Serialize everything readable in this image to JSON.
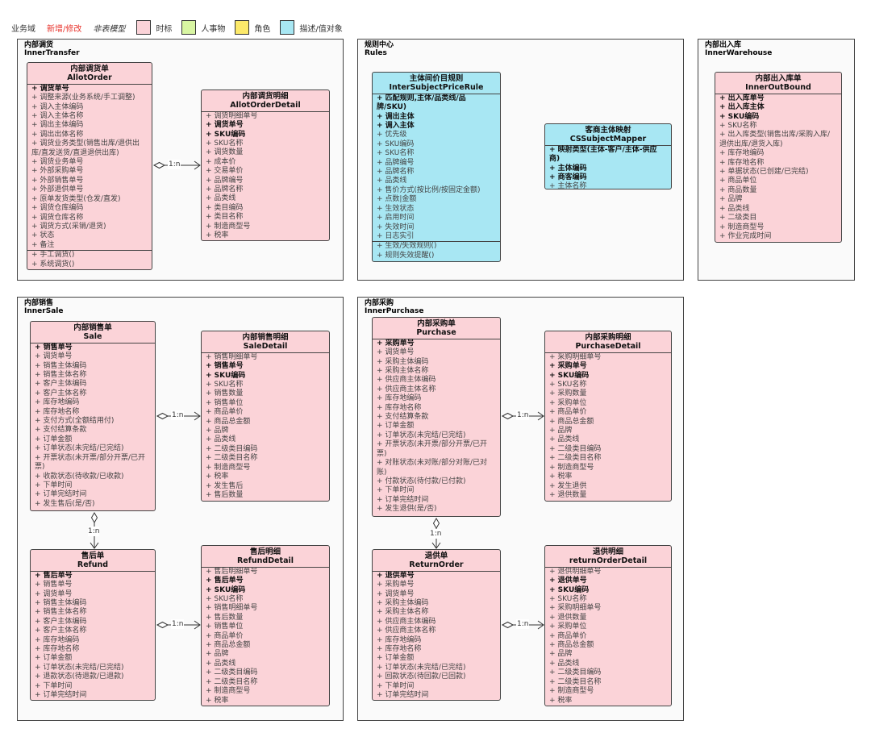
{
  "legend": {
    "items": [
      "业务域",
      "新增/修改",
      "非表模型"
    ],
    "swatches": [
      {
        "label": "时标",
        "color": "#fbd3d8"
      },
      {
        "label": "人事物",
        "color": "#d8f5a2"
      },
      {
        "label": "角色",
        "color": "#fce96a"
      },
      {
        "label": "描述/值对象",
        "color": "#a8e7f3"
      }
    ]
  },
  "packages": {
    "inner_transfer": {
      "cn": "内部调货",
      "en": "InnerTransfer"
    },
    "rules": {
      "cn": "规则中心",
      "en": "Rules"
    },
    "inner_warehouse": {
      "cn": "内部出入库",
      "en": "InnerWarehouse"
    },
    "inner_sale": {
      "cn": "内部销售",
      "en": "InnerSale"
    },
    "inner_purchase": {
      "cn": "内部采购",
      "en": "InnerPurchase"
    }
  },
  "classes": {
    "allot_order": {
      "cn": "内部调货单",
      "en": "AllotOrder",
      "attrs": [
        {
          "t": "+ 调货单号",
          "b": true
        },
        {
          "t": "+ 调整来源(业务系统/手工调整)"
        },
        {
          "t": "+ 调入主体编码"
        },
        {
          "t": "+ 调入主体名称"
        },
        {
          "t": "+ 调出主体编码"
        },
        {
          "t": "+ 调出出体名称"
        },
        {
          "t": "+ 调货业务类型(销售出库/退供出"
        },
        {
          "t": "库/直发送货/直退退供出库)"
        },
        {
          "t": "+ 调货业务单号"
        },
        {
          "t": "+ 外部采购单号"
        },
        {
          "t": "+ 外部销售单号"
        },
        {
          "t": "+ 外部退供单号"
        },
        {
          "t": "+ 原单发货类型(仓发/直发)"
        },
        {
          "t": "+ 调货仓库编码"
        },
        {
          "t": "+ 调货仓库名称"
        },
        {
          "t": "+ 调货方式(采销/退货)"
        },
        {
          "t": "+ 状态"
        },
        {
          "t": "+ 备注"
        }
      ],
      "ops": [
        "+ 手工调货()",
        "+ 系统调货()"
      ]
    },
    "allot_order_detail": {
      "cn": "内部调货明细",
      "en": "AllotOrderDetail",
      "attrs": [
        {
          "t": "+ 调货明细单号"
        },
        {
          "t": "+ 调货单号",
          "b": true
        },
        {
          "t": "+ SKU编码",
          "b": true
        },
        {
          "t": "+ SKU名称"
        },
        {
          "t": "+ 调货数量"
        },
        {
          "t": "+ 成本价"
        },
        {
          "t": "+ 交易单价"
        },
        {
          "t": "+ 品牌编号"
        },
        {
          "t": "+ 品牌名称"
        },
        {
          "t": "+ 品类线"
        },
        {
          "t": "+ 类目编码"
        },
        {
          "t": "+ 类目名称"
        },
        {
          "t": "+ 制造商型号"
        },
        {
          "t": "+ 税率"
        }
      ]
    },
    "price_rule": {
      "cn": "主体间价目规则",
      "en": "InterSubjectPriceRule",
      "attrs": [
        {
          "t": "+ 匹配规则,主体/品类线/品",
          "b": true
        },
        {
          "t": "牌/SKU)",
          "b": true
        },
        {
          "t": "+ 调出主体",
          "b": true
        },
        {
          "t": "+ 调入主体",
          "b": true
        },
        {
          "t": "+ 优先级"
        },
        {
          "t": "+ SKU编码"
        },
        {
          "t": "+ SKU名称"
        },
        {
          "t": "+ 品牌编号"
        },
        {
          "t": "+ 品牌名称"
        },
        {
          "t": "+ 品类线"
        },
        {
          "t": "+ 售价方式(按比例/按固定金额)"
        },
        {
          "t": "+ 点数|金额"
        },
        {
          "t": "+ 生效状态"
        },
        {
          "t": "+ 启用时间"
        },
        {
          "t": "+ 失效时间"
        },
        {
          "t": "+ 日志实引"
        }
      ],
      "ops": [
        "+ 生效/失效规则()",
        "+ 规则失效提醒()"
      ]
    },
    "cs_mapper": {
      "cn": "客商主体映射",
      "en": "CSSubjectMapper",
      "attrs": [
        {
          "t": "+ 映射类型(主体-客户/主体-供应",
          "b": true
        },
        {
          "t": "商)",
          "b": true
        },
        {
          "t": "+ 主体编码",
          "b": true
        },
        {
          "t": "+ 商客编码",
          "b": true
        },
        {
          "t": "+ 主体名称"
        }
      ]
    },
    "inner_out_bound": {
      "cn": "内部出入库单",
      "en": "InnerOutBound",
      "attrs": [
        {
          "t": "+ 出入库单号",
          "b": true
        },
        {
          "t": "+ 出入库主体",
          "b": true
        },
        {
          "t": "+ SKU编码",
          "b": true
        },
        {
          "t": "+ SKU名称"
        },
        {
          "t": "+ 出入库类型(销售出库/采购入库/"
        },
        {
          "t": "退供出库/退货入库)"
        },
        {
          "t": "+ 库存地编码"
        },
        {
          "t": "+ 库存地名称"
        },
        {
          "t": "+ 单据状态(已创建/已完结)"
        },
        {
          "t": "+ 商品单位"
        },
        {
          "t": "+ 商品数量"
        },
        {
          "t": "+ 品牌"
        },
        {
          "t": "+ 品类线"
        },
        {
          "t": "+ 二级类目"
        },
        {
          "t": "+ 制造商型号"
        },
        {
          "t": "+ 作业完成时间"
        }
      ]
    },
    "sale": {
      "cn": "内部销售单",
      "en": "Sale",
      "attrs": [
        {
          "t": "+ 销售单号",
          "b": true
        },
        {
          "t": "+ 调货单号"
        },
        {
          "t": "+ 销售主体编码"
        },
        {
          "t": "+ 销售主体名称"
        },
        {
          "t": "+ 客户主体编码"
        },
        {
          "t": "+ 客户主体名称"
        },
        {
          "t": "+ 库存地编码"
        },
        {
          "t": "+ 库存地名称"
        },
        {
          "t": "+ 支付方式(全额结用付)"
        },
        {
          "t": "+ 支付结算条款"
        },
        {
          "t": "+ 订单金额"
        },
        {
          "t": "+ 订单状态(未完结/已完结)"
        },
        {
          "t": "+ 开票状态(未开票/部分开票/已开"
        },
        {
          "t": "票)"
        },
        {
          "t": "+ 收款状态(待收款/已收款)"
        },
        {
          "t": "+ 下单时间"
        },
        {
          "t": "+ 订单完结时间"
        },
        {
          "t": "+ 发生售后(是/否)"
        }
      ]
    },
    "sale_detail": {
      "cn": "内部销售明细",
      "en": "SaleDetail",
      "attrs": [
        {
          "t": "+ 销售明细单号"
        },
        {
          "t": "+ 销售单号",
          "b": true
        },
        {
          "t": "+ SKU编码",
          "b": true
        },
        {
          "t": "+ SKU名称"
        },
        {
          "t": "+ 销售数量"
        },
        {
          "t": "+ 销售单位"
        },
        {
          "t": "+ 商品单价"
        },
        {
          "t": "+ 商品总金额"
        },
        {
          "t": "+ 品牌"
        },
        {
          "t": "+ 品类线"
        },
        {
          "t": "+ 二级类目编码"
        },
        {
          "t": "+ 二级类目名称"
        },
        {
          "t": "+ 制造商型号"
        },
        {
          "t": "+ 税率"
        },
        {
          "t": "+ 发生售后"
        },
        {
          "t": "+ 售后数量"
        }
      ]
    },
    "refund": {
      "cn": "售后单",
      "en": "Refund",
      "attrs": [
        {
          "t": "+ 售后单号",
          "b": true
        },
        {
          "t": "+ 销售单号"
        },
        {
          "t": "+ 调货单号"
        },
        {
          "t": "+ 销售主体编码"
        },
        {
          "t": "+ 销售主体名称"
        },
        {
          "t": "+ 客户主体编码"
        },
        {
          "t": "+ 客户主体名称"
        },
        {
          "t": "+ 库存地编码"
        },
        {
          "t": "+ 库存地名称"
        },
        {
          "t": "+ 订单金额"
        },
        {
          "t": "+ 订单状态(未完结/已完结)"
        },
        {
          "t": "+ 退款状态(待退款/已退款)"
        },
        {
          "t": "+ 下单时间"
        },
        {
          "t": "+ 订单完结时间"
        }
      ]
    },
    "refund_detail": {
      "cn": "售后明细",
      "en": "RefundDetail",
      "attrs": [
        {
          "t": "+ 售后明细单号"
        },
        {
          "t": "+ 售后单号",
          "b": true
        },
        {
          "t": "+ SKU编码",
          "b": true
        },
        {
          "t": "+ SKU名称"
        },
        {
          "t": "+ 销售明细单号"
        },
        {
          "t": "+ 售后数量"
        },
        {
          "t": "+ 销售单位"
        },
        {
          "t": "+ 商品单价"
        },
        {
          "t": "+ 商品总金额"
        },
        {
          "t": "+ 品牌"
        },
        {
          "t": "+ 品类线"
        },
        {
          "t": "+ 二级类目编码"
        },
        {
          "t": "+ 二级类目名称"
        },
        {
          "t": "+ 制造商型号"
        },
        {
          "t": "+ 税率"
        }
      ]
    },
    "purchase": {
      "cn": "内部采购单",
      "en": "Purchase",
      "attrs": [
        {
          "t": "+ 采购单号",
          "b": true
        },
        {
          "t": "+ 调货单号"
        },
        {
          "t": "+ 采购主体编码"
        },
        {
          "t": "+ 采购主体名称"
        },
        {
          "t": "+ 供应商主体编码"
        },
        {
          "t": "+ 供应商主体名称"
        },
        {
          "t": "+ 库存地编码"
        },
        {
          "t": "+ 库存地名称"
        },
        {
          "t": "+ 支付结算条款"
        },
        {
          "t": "+ 订单金额"
        },
        {
          "t": "+ 订单状态(未完结/已完结)"
        },
        {
          "t": "+ 开票状态(未开票/部分开票/已开"
        },
        {
          "t": "票)"
        },
        {
          "t": "+ 对账状态(未对账/部分对账/已对"
        },
        {
          "t": "账)"
        },
        {
          "t": "+ 付款状态(待付款/已付款)"
        },
        {
          "t": "+ 下单时间"
        },
        {
          "t": "+ 订单完结时间"
        },
        {
          "t": "+ 发生退供(是/否)"
        }
      ]
    },
    "purchase_detail": {
      "cn": "内部采购明细",
      "en": "PurchaseDetail",
      "attrs": [
        {
          "t": "+ 采购明细单号"
        },
        {
          "t": "+ 采购单号",
          "b": true
        },
        {
          "t": "+ SKU编码",
          "b": true
        },
        {
          "t": "+ SKU名称"
        },
        {
          "t": "+ 采购数量"
        },
        {
          "t": "+ 采购单位"
        },
        {
          "t": "+ 商品单价"
        },
        {
          "t": "+ 商品总金额"
        },
        {
          "t": "+ 品牌"
        },
        {
          "t": "+ 品类线"
        },
        {
          "t": "+ 二级类目编码"
        },
        {
          "t": "+ 二级类目名称"
        },
        {
          "t": "+ 制造商型号"
        },
        {
          "t": "+ 税率"
        },
        {
          "t": "+ 发生退供"
        },
        {
          "t": "+ 退供数量"
        }
      ]
    },
    "return_order": {
      "cn": "退供单",
      "en": "ReturnOrder",
      "attrs": [
        {
          "t": "+ 退供单号",
          "b": true
        },
        {
          "t": "+ 采购单号"
        },
        {
          "t": "+ 调货单号"
        },
        {
          "t": "+ 采购主体编码"
        },
        {
          "t": "+ 采购主体名称"
        },
        {
          "t": "+ 供应商主体编码"
        },
        {
          "t": "+ 供应商主体名称"
        },
        {
          "t": "+ 库存地编码"
        },
        {
          "t": "+ 库存地名称"
        },
        {
          "t": "+ 订单金额"
        },
        {
          "t": "+ 订单状态(未完结/已完结)"
        },
        {
          "t": "+ 回款状态(待回款/已回款)"
        },
        {
          "t": "+ 下单时间"
        },
        {
          "t": "+ 订单完结时间"
        }
      ]
    },
    "return_order_detail": {
      "cn": "退供明细",
      "en": "returnOrderDetail",
      "attrs": [
        {
          "t": "+ 退供明细单号"
        },
        {
          "t": "+ 退供单号",
          "b": true
        },
        {
          "t": "+ SKU编码",
          "b": true
        },
        {
          "t": "+ SKU名称"
        },
        {
          "t": "+ 采购明细单号"
        },
        {
          "t": "+ 退供数量"
        },
        {
          "t": "+ 采购单位"
        },
        {
          "t": "+ 商品单价"
        },
        {
          "t": "+ 商品总金额"
        },
        {
          "t": "+ 品牌"
        },
        {
          "t": "+ 品类线"
        },
        {
          "t": "+ 二级类目编码"
        },
        {
          "t": "+ 二级类目名称"
        },
        {
          "t": "+ 制造商型号"
        },
        {
          "t": "+ 税率"
        }
      ]
    }
  },
  "associations": {
    "allot": "1:n",
    "sale": "1:n",
    "sale_refund": "1:n",
    "refund": "1:n",
    "purchase": "1:n",
    "purchase_return": "1:n",
    "return": "1:n"
  }
}
